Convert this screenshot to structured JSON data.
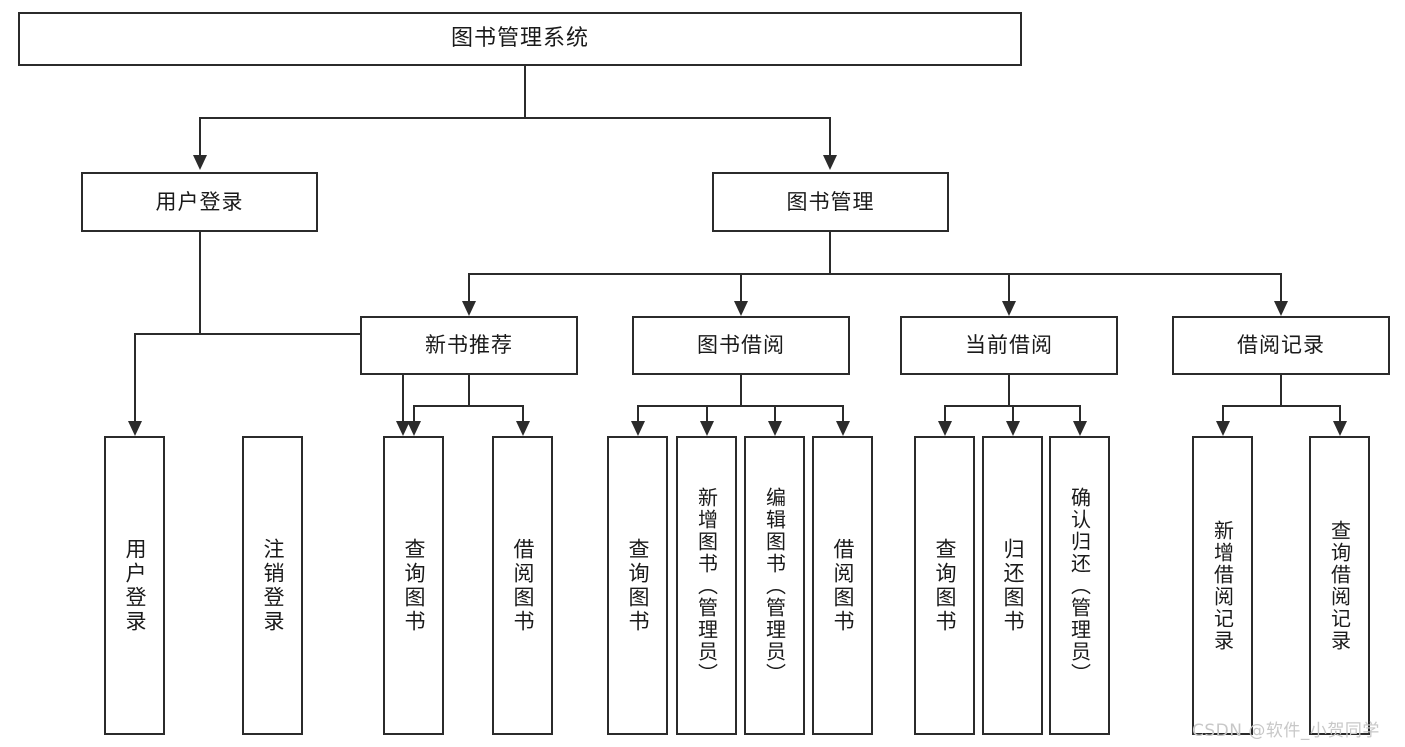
{
  "diagram": {
    "title": "图书管理系统",
    "type": "tree-hierarchy",
    "watermark": "CSDN @软件_小贺同学",
    "colors": {
      "stroke": "#2b2b2b",
      "fill": "#ffffff",
      "text": "#1a1a1a",
      "watermark": "#c8c8c8",
      "background": "#ffffff"
    },
    "root": {
      "label": "图书管理系统"
    },
    "level2": [
      {
        "label": "用户登录"
      },
      {
        "label": "图书管理"
      }
    ],
    "level3": [
      {
        "label": "新书推荐"
      },
      {
        "label": "图书借阅"
      },
      {
        "label": "当前借阅"
      },
      {
        "label": "借阅记录"
      }
    ],
    "leaves": {
      "user_login": [
        {
          "label": "用户登录"
        },
        {
          "label": "注销登录"
        }
      ],
      "new_book_recommend": [
        {
          "label": "查询图书"
        },
        {
          "label": "借阅图书"
        }
      ],
      "book_borrow": [
        {
          "label": "查询图书"
        },
        {
          "label": "新增图书（管理员）"
        },
        {
          "label": "编辑图书（管理员）"
        },
        {
          "label": "借阅图书"
        }
      ],
      "current_borrow": [
        {
          "label": "查询图书"
        },
        {
          "label": "归还图书"
        },
        {
          "label": "确认归还（管理员）"
        }
      ],
      "borrow_record": [
        {
          "label": "新增借阅记录"
        },
        {
          "label": "查询借阅记录"
        }
      ]
    }
  }
}
